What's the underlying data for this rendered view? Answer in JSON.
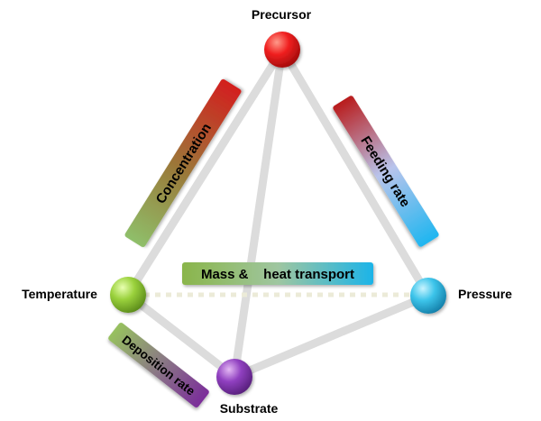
{
  "nodes": {
    "precursor": {
      "label": "Precursor",
      "color": "#e8141b"
    },
    "temperature": {
      "label": "Temperature",
      "color": "#8cc63f"
    },
    "pressure": {
      "label": "Pressure",
      "color": "#2bb5e0"
    },
    "substrate": {
      "label": "Substrate",
      "color": "#8e44ad"
    }
  },
  "bands": {
    "concentration": {
      "label": "Concentration",
      "from_color": "#8fbf6a",
      "to_color": "#d31e1e"
    },
    "feeding_rate": {
      "label": "Feeding rate",
      "from_color": "#b91c1c",
      "to_color": "#1fb6f0"
    },
    "mass_heat": {
      "label": "Mass &    heat transport",
      "from_color": "#8ab54a",
      "to_color": "#1cb4e8"
    },
    "deposition_rate": {
      "label": "Deposition rate",
      "from_color": "#97c15f",
      "to_color": "#7b2d9a"
    }
  },
  "colors": {
    "edge": "#dcdcdc",
    "dotted_edge": "#ecebd8",
    "label_text": "#000000"
  }
}
